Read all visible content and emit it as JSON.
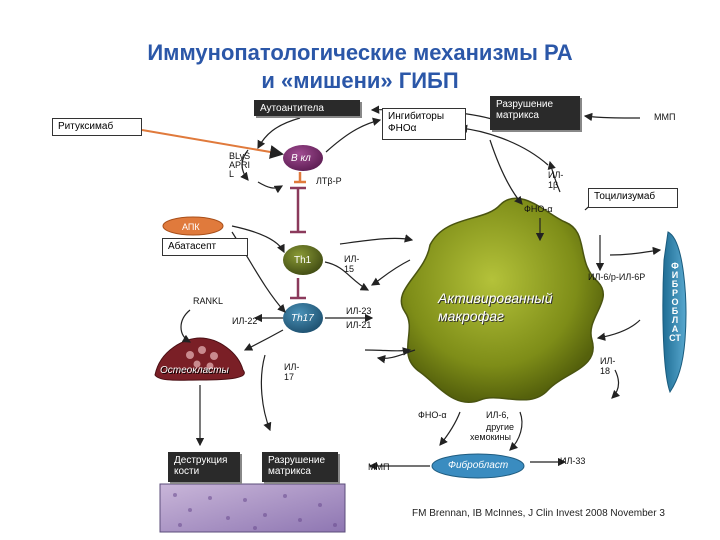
{
  "title": {
    "line1": "Иммунопатологические механизмы РА",
    "line2": "и «мишени» ГИБП"
  },
  "labels": {
    "autoantibodies": "Аутоантитела",
    "rituximab": "Ритуксимаб",
    "tnf_inhibitors_1": "Ингибиторы",
    "tnf_inhibitors_2": "ФНОα",
    "matrix_destruction_top_1": "Разрушение",
    "matrix_destruction_top_2": "матрикса",
    "mmp_top": "ММП",
    "blys_1": "BLyS",
    "blys_2": "APRI",
    "blys_3": "L",
    "b_cell": "В кл",
    "ltb": "ЛТβ-Р",
    "il1b_1": "ИЛ-",
    "il1b_2": "1β",
    "tnf_a_top": "ФНО-α",
    "tocilizumab": "Тоцилизумаб",
    "apc": "АПК",
    "abatacept": "Абатасепт",
    "th1": "Th1",
    "il15_1": "ИЛ-",
    "il15_2": "15",
    "il6r": "ИЛ-6/р-ИЛ-6Р",
    "rankl": "RANKL",
    "il22": "ИЛ-22",
    "th17": "Th17",
    "il23": "ИЛ-23",
    "il21": "ИЛ-21",
    "macrophage_1": "Активированный",
    "macrophage_2": "макрофаг",
    "osteoclast": "Остеокласты",
    "il17_1": "ИЛ-",
    "il17_2": "17",
    "il18_1": "ИЛ-",
    "il18_2": "18",
    "fibroblasts_vertical": "ФИБРОБЛАСТ",
    "tnf_a_bottom": "ФНО-α",
    "il6_other_1": "ИЛ-6,",
    "il6_other_2": "другие",
    "il6_other_3": "хемокины",
    "bone_destruction_1": "Деструкция",
    "bone_destruction_2": "кости",
    "matrix_destruction_bottom_1": "Разрушение",
    "matrix_destruction_bottom_2": "матрикса",
    "mmp_bottom": "ММП",
    "fibroblast": "Фибробласт",
    "il33": "ИЛ-33"
  },
  "citation": "FM Brennan, IB McInnes, J Clin Invest 2008 November 3",
  "colors": {
    "title": "#2b57a8",
    "b_cell": "#7b2b6e",
    "th": "#5e6d22",
    "th17": "#2d6f93",
    "macrophage": "#8b9a1e",
    "apc": "#e07a3c",
    "osteoclast": "#7a1f26",
    "fibroblast_band": "#2f7fa8",
    "inhibition": "#8b3a5c"
  }
}
